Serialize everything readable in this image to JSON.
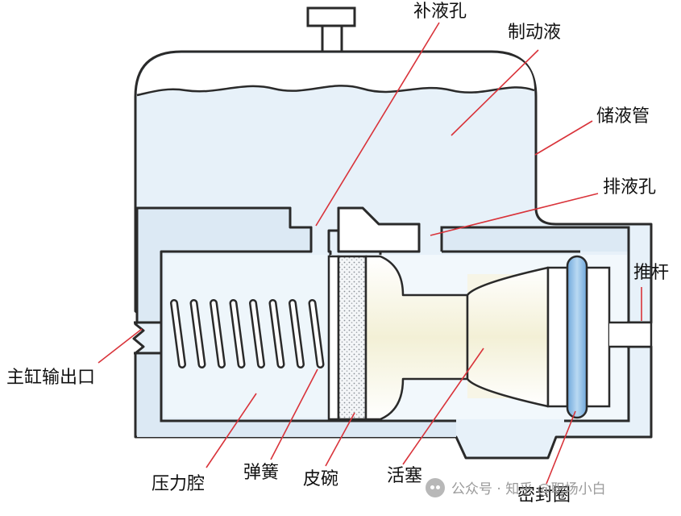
{
  "labels": {
    "fill_hole": "补液孔",
    "brake_fluid": "制动液",
    "reservoir": "储液管",
    "drain_hole": "排液孔",
    "push_rod": "推杆",
    "outlet": "主缸输出口",
    "pressure_chamber": "压力腔",
    "spring": "弹簧",
    "cup": "皮碗",
    "piston": "活塞",
    "seal_ring": "密封圈"
  },
  "watermark": {
    "text": "公众号 · 知乎 @职场小白"
  },
  "colors": {
    "outline": "#2a2a2a",
    "fluid": "#dcecf7",
    "fluid_light": "#eef5fa",
    "leader": "#d9333a",
    "piston": "#f3f0d8",
    "seal": "#8cc0ea"
  }
}
